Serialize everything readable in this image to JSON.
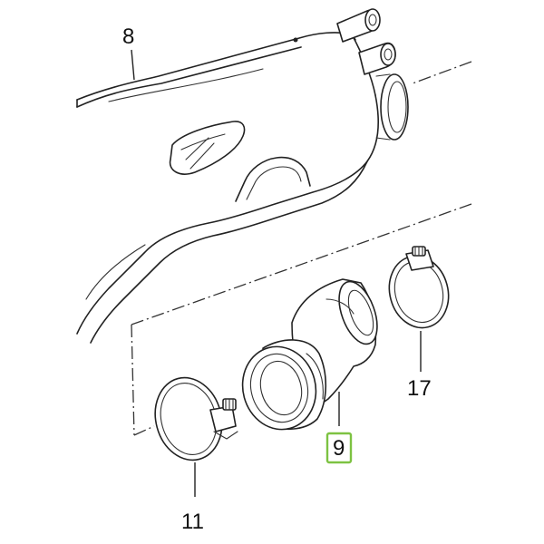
{
  "callouts": {
    "part_8": "8",
    "part_9": "9",
    "part_11": "11",
    "part_17": "17"
  },
  "highlight": {
    "selected_part": "9",
    "color": "#7dc242"
  }
}
